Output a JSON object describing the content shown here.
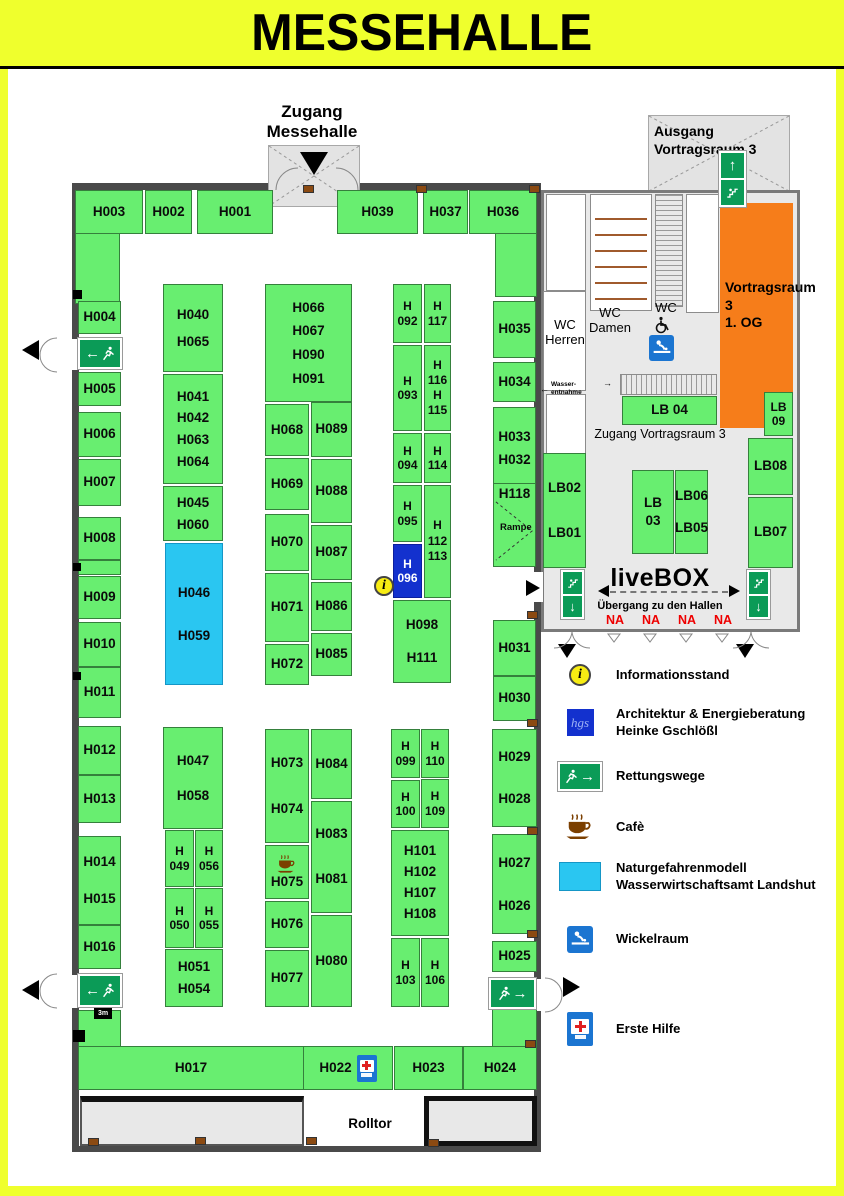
{
  "title": "MESSEHALLE",
  "labels": {
    "zugang_messehalle": "Zugang\nMessehalle",
    "ausgang_vortragsraum": "Ausgang\nVortragsraum 3",
    "vortragsraum": "Vortragsraum 3\n1. OG",
    "wc_herren": "WC\nHerren",
    "wc_damen": "WC\nDamen",
    "wc": "WC",
    "wasserentnahme": "Wasser-\nentnahme",
    "zugang_vortragsraum3": "Zugang Vortragsraum 3",
    "livebox": "liveBOX",
    "uebergang": "Übergang zu den Hallen",
    "na": "NA",
    "rolltor": "Rolltor",
    "rampe": "Rampe",
    "drei_m": "3m"
  },
  "icons": {
    "info_glyph": "i",
    "hgs_text": "hgs"
  },
  "colors": {
    "booth_green": "#68EE70",
    "model_cyan": "#2AC6F1",
    "hgs_blue": "#1331CE",
    "room_orange": "#F67D1A",
    "exit_green": "#0B9B57",
    "banner_yellow": "#EFFF2D",
    "na_red": "#EE0000",
    "sign_blue": "#1B75D1"
  },
  "legend": [
    {
      "icon": "info",
      "label": "Informationsstand"
    },
    {
      "icon": "hgs",
      "label": "Architektur & Energieberatung\nHeinke Gschlößl"
    },
    {
      "icon": "exit",
      "label": "Rettungswege"
    },
    {
      "icon": "coffee",
      "label": "Cafè"
    },
    {
      "icon": "model",
      "label": "Naturgefahrenmodell\nWasserwirtschaftsamt Landshut"
    },
    {
      "icon": "wickelraum",
      "label": "Wickelraum"
    },
    {
      "icon": "firstaid",
      "label": "Erste Hilfe"
    }
  ],
  "booths": [
    [
      "H003",
      "H003",
      75,
      190,
      68,
      44
    ],
    [
      "H003-ext",
      "",
      75,
      233,
      45,
      71
    ],
    [
      "H002",
      "H002",
      145,
      190,
      47,
      44
    ],
    [
      "H001",
      "H001",
      197,
      190,
      76,
      44
    ],
    [
      "H039",
      "H039",
      337,
      190,
      81,
      44
    ],
    [
      "H037",
      "H037",
      423,
      190,
      45,
      44
    ],
    [
      "H036",
      "H036",
      469,
      190,
      68,
      44
    ],
    [
      "H036-ext",
      "",
      495,
      233,
      42,
      64
    ],
    [
      "H035",
      "H035",
      493,
      301,
      43,
      57
    ],
    [
      "H034",
      "H034",
      493,
      362,
      43,
      40
    ],
    [
      "H033-H032",
      "H033\nH032",
      493,
      407,
      43,
      84,
      {
        "lh": 1.7
      }
    ],
    [
      "H118",
      "H118",
      493,
      483,
      43,
      84,
      {
        "rampe": true
      }
    ],
    [
      "H031",
      "H031",
      493,
      620,
      43,
      56
    ],
    [
      "H030",
      "H030",
      493,
      676,
      43,
      45
    ],
    [
      "H029-H028",
      "H029\nH028",
      492,
      729,
      45,
      98,
      {
        "lh": 3.1
      }
    ],
    [
      "H027-H026",
      "H027\nH026",
      492,
      834,
      45,
      100,
      {
        "lh": 3.2
      }
    ],
    [
      "H025",
      "H025",
      492,
      941,
      45,
      31
    ],
    [
      "H024-ext",
      "",
      492,
      1008,
      45,
      40
    ],
    [
      "H024",
      "H024",
      463,
      1046,
      74,
      44
    ],
    [
      "H023",
      "H023",
      394,
      1046,
      69,
      44
    ],
    [
      "H022",
      "H022",
      303,
      1046,
      90,
      44,
      {
        "icon": "firstaid"
      }
    ],
    [
      "H017-ext",
      "",
      78,
      1010,
      43,
      38
    ],
    [
      "H017",
      "H017",
      78,
      1046,
      226,
      44
    ],
    [
      "H016",
      "H016",
      78,
      925,
      43,
      44
    ],
    [
      "H014-H015",
      "H014\nH015",
      78,
      836,
      43,
      89,
      {
        "lh": 2.7
      }
    ],
    [
      "H013",
      "H013",
      78,
      775,
      43,
      48
    ],
    [
      "H012",
      "H012",
      78,
      726,
      43,
      49
    ],
    [
      "H011",
      "H011",
      78,
      667,
      43,
      51
    ],
    [
      "H010",
      "H010",
      78,
      622,
      43,
      45
    ],
    [
      "H009",
      "H009",
      78,
      576,
      43,
      43
    ],
    [
      "H008-ext",
      "",
      78,
      560,
      43,
      15
    ],
    [
      "H008",
      "H008",
      78,
      517,
      43,
      43
    ],
    [
      "H007",
      "H007",
      78,
      459,
      43,
      47
    ],
    [
      "H006",
      "H006",
      78,
      412,
      43,
      45
    ],
    [
      "H005",
      "H005",
      78,
      372,
      43,
      34
    ],
    [
      "H004",
      "H004",
      78,
      301,
      43,
      33
    ],
    [
      "H040-H065",
      "H040\nH065",
      163,
      284,
      60,
      88,
      {
        "lh": 2.0
      }
    ],
    [
      "H041-H064",
      "H041\nH042\nH063\nH064",
      163,
      374,
      60,
      110,
      {
        "lh": 1.6
      }
    ],
    [
      "H045-H060",
      "H045\nH060",
      163,
      486,
      60,
      55,
      {
        "lh": 1.6
      }
    ],
    [
      "H046-H059",
      "H046\nH059",
      165,
      543,
      58,
      142,
      {
        "fill": "model_cyan",
        "lh": 3.2
      }
    ],
    [
      "H047-H058",
      "H047\nH058",
      163,
      727,
      60,
      102,
      {
        "lh": 2.6
      }
    ],
    [
      "H049",
      "H\n049",
      165,
      830,
      29,
      57,
      {
        "fs": 12
      }
    ],
    [
      "H056",
      "H\n056",
      195,
      830,
      28,
      57,
      {
        "fs": 12
      }
    ],
    [
      "H050",
      "H\n050",
      165,
      888,
      29,
      60,
      {
        "fs": 12
      }
    ],
    [
      "H055",
      "H\n055",
      195,
      888,
      28,
      60,
      {
        "fs": 12
      }
    ],
    [
      "H051-H054",
      "H051\nH054",
      165,
      949,
      58,
      58,
      {
        "lh": 1.6
      }
    ],
    [
      "H066-H091",
      "H066\nH067\nH090\nH091",
      265,
      284,
      87,
      118,
      {
        "lh": 1.75
      }
    ],
    [
      "H068",
      "H068",
      265,
      404,
      44,
      52
    ],
    [
      "H089",
      "H089",
      311,
      402,
      41,
      55
    ],
    [
      "H069",
      "H069",
      265,
      458,
      44,
      52
    ],
    [
      "H088",
      "H088",
      311,
      459,
      41,
      64
    ],
    [
      "H070",
      "H070",
      265,
      514,
      44,
      57
    ],
    [
      "H087",
      "H087",
      311,
      525,
      41,
      55
    ],
    [
      "H071",
      "H071",
      265,
      573,
      44,
      69
    ],
    [
      "H086",
      "H086",
      311,
      582,
      41,
      49
    ],
    [
      "H072",
      "H072",
      265,
      644,
      44,
      41
    ],
    [
      "H085",
      "H085",
      311,
      633,
      41,
      43
    ],
    [
      "H073-H074",
      "H073\nH074",
      265,
      729,
      44,
      114,
      {
        "lh": 3.4
      }
    ],
    [
      "H084",
      "H084",
      311,
      729,
      41,
      70
    ],
    [
      "H075",
      "H075",
      265,
      845,
      44,
      54,
      {
        "icon": "coffee"
      }
    ],
    [
      "H083-H081",
      "H083\nH081",
      311,
      801,
      41,
      112,
      {
        "lh": 3.3
      }
    ],
    [
      "H076",
      "H076",
      265,
      901,
      44,
      47
    ],
    [
      "H077",
      "H077",
      265,
      950,
      44,
      57
    ],
    [
      "H080",
      "H080",
      311,
      915,
      41,
      92
    ],
    [
      "H092",
      "H\n092",
      393,
      284,
      29,
      59,
      {
        "fs": 12
      }
    ],
    [
      "H117",
      "H\n117",
      424,
      284,
      27,
      59,
      {
        "fs": 12
      }
    ],
    [
      "H093",
      "H\n093",
      393,
      345,
      29,
      86,
      {
        "fs": 12
      }
    ],
    [
      "H116-H115",
      "H\n116\nH\n115",
      424,
      345,
      27,
      86,
      {
        "fs": 12,
        "lh": 1.25
      }
    ],
    [
      "H094",
      "H\n094",
      393,
      433,
      29,
      50,
      {
        "fs": 12
      }
    ],
    [
      "H114",
      "H\n114",
      424,
      433,
      27,
      50,
      {
        "fs": 12
      }
    ],
    [
      "H095",
      "H\n095",
      393,
      485,
      29,
      57,
      {
        "fs": 12
      }
    ],
    [
      "H112-H113",
      "H\n112\n113",
      424,
      485,
      27,
      113,
      {
        "fs": 12,
        "lh": 1.3
      }
    ],
    [
      "H096",
      "H\n096",
      393,
      544,
      29,
      54,
      {
        "fill": "hgs_blue",
        "color": "#fff",
        "fs": 12
      }
    ],
    [
      "H098-H111",
      "H098\nH111",
      393,
      600,
      58,
      83,
      {
        "lh": 2.4
      }
    ],
    [
      "H099",
      "H\n099",
      391,
      729,
      29,
      49,
      {
        "fs": 12
      }
    ],
    [
      "H110",
      "H\n110",
      421,
      729,
      28,
      49,
      {
        "fs": 12
      }
    ],
    [
      "H100",
      "H\n100",
      391,
      780,
      29,
      48,
      {
        "fs": 12
      }
    ],
    [
      "H109",
      "H\n109",
      421,
      779,
      28,
      49,
      {
        "fs": 12
      }
    ],
    [
      "H101-H108",
      "H101\nH102\nH107\nH108",
      391,
      830,
      58,
      106,
      {
        "lh": 1.55
      }
    ],
    [
      "H103",
      "H\n103",
      391,
      938,
      29,
      69,
      {
        "fs": 12
      }
    ],
    [
      "H106",
      "H\n106",
      421,
      938,
      28,
      69,
      {
        "fs": 12
      }
    ],
    [
      "LB04",
      "LB 04",
      622,
      396,
      95,
      29
    ],
    [
      "LB09",
      "LB\n09",
      764,
      392,
      29,
      44,
      {
        "fs": 12,
        "lh": 1.2
      }
    ],
    [
      "LB08",
      "LB08",
      748,
      438,
      45,
      57
    ],
    [
      "LB07",
      "LB07",
      748,
      497,
      45,
      71
    ],
    [
      "LB02-LB01",
      "LB02\nLB01",
      543,
      453,
      43,
      115,
      {
        "lh": 3.3
      }
    ],
    [
      "LB03",
      "LB\n03",
      632,
      470,
      42,
      84,
      {
        "lh": 1.3
      }
    ],
    [
      "LB06-LB05",
      "LB06\nLB05",
      675,
      470,
      33,
      84,
      {
        "lh": 2.4
      }
    ]
  ]
}
